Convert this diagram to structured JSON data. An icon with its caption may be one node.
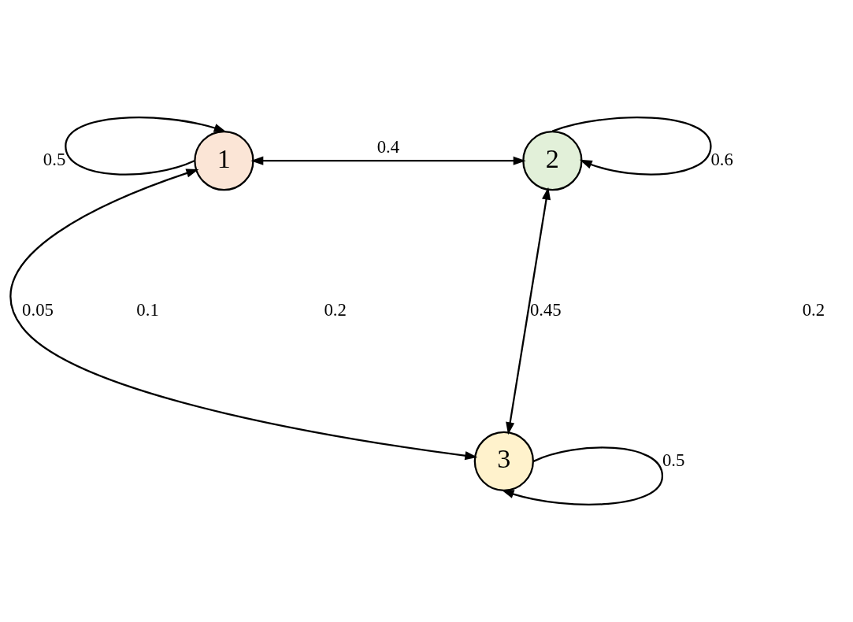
{
  "diagram": {
    "nodes": [
      {
        "text": [
          "1"
        ]
      },
      {
        "text": [
          "2"
        ]
      },
      {
        "text": [
          "3"
        ]
      }
    ],
    "edges": [
      {
        "from": 0,
        "to": 0,
        "arrow": "to",
        "label": "0.5"
      },
      {
        "from": 1,
        "to": 1,
        "arrow": "to",
        "label": "0.6"
      },
      {
        "from": 0,
        "to": 1,
        "arrow": "both",
        "label": "0.4"
      },
      {
        "from": 0,
        "to": 2,
        "arrow": "both",
        "label": "0.05"
      },
      {
        "from": 1,
        "to": 2,
        "arrow": "both",
        "label": "0.45"
      },
      {
        "from": 2,
        "to": 2,
        "arrow": "to",
        "label": "0.5"
      }
    ],
    "labels": [
      "0.2",
      "0.1",
      "0.2"
    ]
  }
}
